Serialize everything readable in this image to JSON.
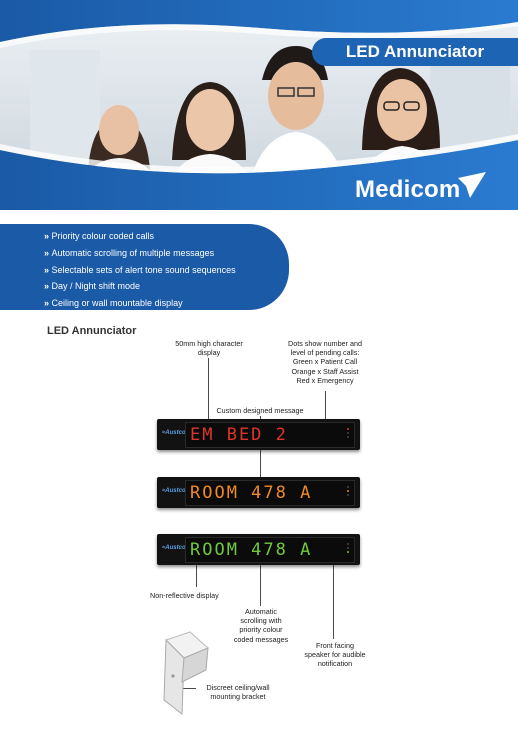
{
  "header": {
    "title": "LED Annunciator",
    "brand": "Medicom",
    "colors": {
      "primary_blue": "#1a5aa6",
      "light_blue": "#3a86d4"
    }
  },
  "features": [
    "Priority colour coded calls",
    "Automatic scrolling of multiple messages",
    "Selectable sets of alert tone sound sequences",
    "Day / Night shift mode",
    "Ceiling or wall mountable display"
  ],
  "section_title": "LED Annunciator",
  "annotations": {
    "char_height": "50mm high character display",
    "dots": [
      "Dots show number and",
      "level of pending calls:",
      "Green x Patient Call",
      "Orange x Staff Assist",
      "Red x Emergency"
    ],
    "custom_message": "Custom designed message",
    "non_reflective": "Non-reflective display",
    "scrolling": [
      "Automatic",
      "scrolling with",
      "priority colour",
      "coded messages"
    ],
    "speaker": [
      "Front facing",
      "speaker for audible",
      "notification"
    ],
    "bracket": [
      "Discreet ceiling/wall",
      "mounting bracket"
    ]
  },
  "displays": [
    {
      "logo": "Austco",
      "message": "EM BED 2",
      "color": "#e0342a"
    },
    {
      "logo": "Austco",
      "message": "ROOM 478 A",
      "color": "#f08a24"
    },
    {
      "logo": "Austco",
      "message": "ROOM 478 A",
      "color": "#6fc93e"
    }
  ]
}
